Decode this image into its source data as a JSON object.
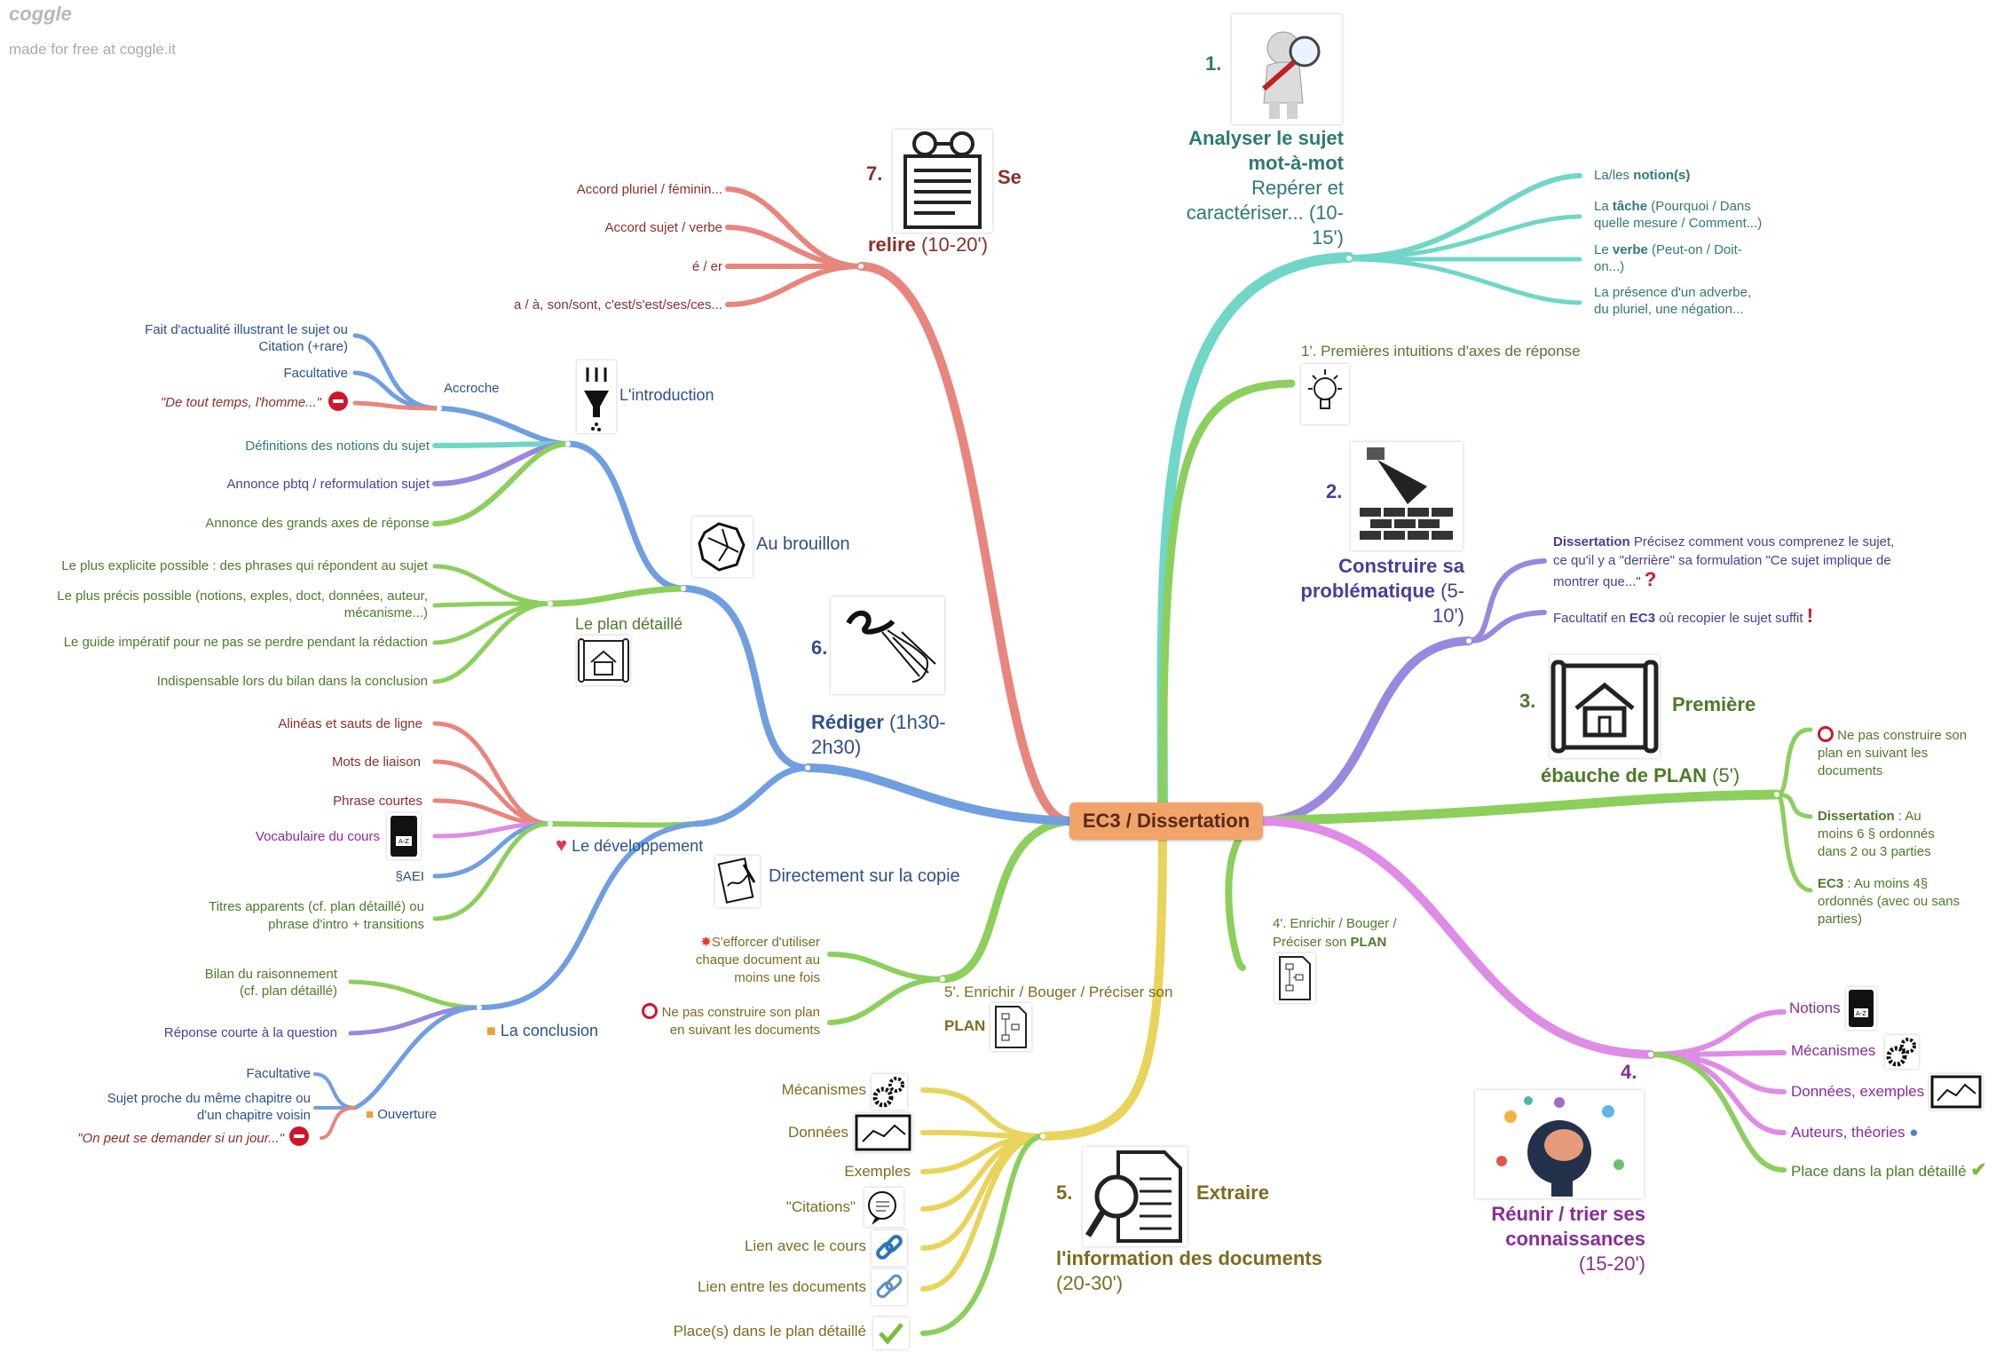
{
  "header": {
    "logo": "coggle",
    "tagline": "made for free at coggle.it"
  },
  "center": "EC3 / Dissertation",
  "b1": {
    "num": "1.",
    "title1": "Analyser le sujet",
    "title2": "mot-à-mot",
    "sub1": "Repérer et",
    "sub2": "caractériser... (10-",
    "sub3": "15')",
    "items": [
      {
        "pre": "La/les ",
        "bold": "notion(s)",
        "post": ""
      },
      {
        "pre": "La ",
        "bold": "tâche",
        "post": " (Pourquoi / Dans",
        "line2": "quelle mesure / Comment...)"
      },
      {
        "pre": "Le ",
        "bold": "verbe",
        "post": " (Peut-on / Doit-",
        "line2": "on...)"
      },
      {
        "pre": "La présence d'un adverbe,",
        "bold": "",
        "post": "",
        "line2": "du pluriel, une négation..."
      }
    ]
  },
  "b1p": {
    "label": "1'. Premières intuitions d'axes de réponse"
  },
  "b2": {
    "num": "2.",
    "title1": "Construire sa",
    "title2": "problématique",
    "sub1": " (5-",
    "sub2": "10')",
    "item1_bold": "Dissertation",
    "item1_a": " Précisez comment vous comprenez le sujet,",
    "item1_b": "ce qu'il y a \"derrière\" sa formulation \"Ce sujet implique de",
    "item1_c": "montrer que...\"",
    "item2_a": "Facultatif en ",
    "item2_bold": "EC3",
    "item2_b": " où recopier le sujet suffit"
  },
  "b3": {
    "num": "3.",
    "title1": "Première",
    "title2": "ébauche de PLAN",
    "sub": " (5')",
    "item1": [
      "Ne pas construire son",
      "plan en suivant les",
      "documents"
    ],
    "item2_bold": "Dissertation",
    "item2": [
      " : Au",
      "moins 6 § ordonnés",
      "dans 2 ou 3 parties"
    ],
    "item3_bold": "EC3",
    "item3": [
      " : Au moins 4§",
      "ordonnés (avec ou sans",
      "parties)"
    ]
  },
  "b4p": {
    "line1": "4'. Enrichir / Bouger /",
    "line2_pre": "Préciser son ",
    "line2_bold": "PLAN"
  },
  "b4": {
    "num": "4.",
    "title1": "Réunir / trier ses",
    "title2": "connaissances",
    "sub": "(15-20')",
    "items": [
      "Notions",
      "Mécanismes",
      "Données, exemples",
      "Auteurs, théories",
      "Place dans la plan détaillé"
    ]
  },
  "b5": {
    "num": "5.",
    "title1": "Extraire",
    "title2": "l'information des documents",
    "sub": "(20-30')",
    "items": [
      "Mécanismes",
      "Données",
      "Exemples",
      "\"Citations\"",
      "Lien avec le cours",
      "Lien entre les documents",
      "Place(s) dans le plan détaillé"
    ]
  },
  "b5p": {
    "line1": "5'. Enrichir / Bouger / Préciser son",
    "line2": "PLAN",
    "item1": [
      "S'efforcer d'utiliser",
      "chaque document au",
      "moins une fois"
    ],
    "item2": [
      "Ne pas construire son plan",
      "en suivant les documents"
    ]
  },
  "b6": {
    "num": "6.",
    "title": "Rédiger",
    "sub1": " (1h30-",
    "sub2": "2h30)",
    "brouillon": "Au brouillon",
    "copie": "Directement sur la copie",
    "intro": "L'introduction",
    "accroche": "Accroche",
    "accroche_items": [
      [
        "Fait d'actualité illustrant le sujet ou",
        "Citation (+rare)"
      ],
      [
        "Facultative"
      ],
      [
        "\"De tout temps, l'homme...\""
      ]
    ],
    "intro_items": [
      "Définitions des notions du sujet",
      "Annonce pbtq / reformulation sujet",
      "Annonce des grands axes de réponse"
    ],
    "plan": "Le plan détaillé",
    "plan_items": [
      [
        "Le plus explicite possible : des phrases qui répondent au sujet"
      ],
      [
        "Le plus précis possible (notions, exples, doct, données, auteur,",
        "mécanisme...)"
      ],
      [
        "Le guide impératif pour ne pas se perdre pendant la rédaction"
      ],
      [
        "Indispensable lors du bilan dans la conclusion"
      ]
    ],
    "dev": "Le développement",
    "dev_items": [
      [
        "Alinéas et sauts de ligne"
      ],
      [
        "Mots de liaison"
      ],
      [
        "Phrase courtes"
      ],
      [
        "Vocabulaire du cours"
      ],
      [
        "§AEI"
      ],
      [
        "Titres apparents (cf. plan détaillé) ou",
        "phrase d'intro + transitions"
      ]
    ],
    "concl": "La conclusion",
    "concl_items": [
      [
        "Bilan du raisonnement",
        "(cf. plan détaillé)"
      ],
      [
        "Réponse courte à la question"
      ]
    ],
    "ouverture": "Ouverture",
    "ouv_items": [
      [
        "Facultative"
      ],
      [
        "Sujet proche du même chapitre ou",
        "d'un chapitre voisin"
      ],
      [
        "\"On peut se demander si un jour...\""
      ]
    ]
  },
  "b7": {
    "num": "7.",
    "title1": "Se",
    "title2": "relire",
    "sub": " (10-20')",
    "items": [
      "Accord pluriel / féminin...",
      "Accord sujet / verbe",
      "é / er",
      "a / à, son/sont, c'est/s'est/ses/ces..."
    ]
  },
  "colors": {
    "teal": "#6fd6c8",
    "green": "#8ccf5c",
    "purple": "#9a87df",
    "pink": "#df8ce6",
    "yellow": "#e8d45a",
    "blue": "#6f9fe0",
    "red": "#e8857c",
    "center": "#f0a46a"
  }
}
